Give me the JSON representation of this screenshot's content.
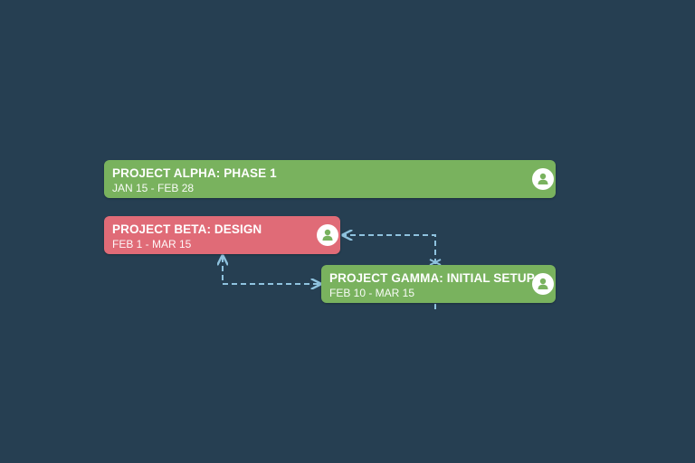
{
  "colors": {
    "background": "#263f52",
    "task_green": "#79b25e",
    "task_red": "#e06b77",
    "connector": "#8fc3df"
  },
  "tasks": [
    {
      "title": "PROJECT ALPHA: PHASE 1",
      "dates": "JAN 15 - FEB 28",
      "status_color": "#79b25e",
      "assignee_icon": "user-icon"
    },
    {
      "title": "PROJECT BETA: DESIGN",
      "dates": "FEB 1 - MAR 15",
      "status_color": "#e06b77",
      "assignee_icon": "user-icon"
    },
    {
      "title": "PROJECT GAMMA: INITIAL SETUP",
      "dates": "FEB 10 - MAR 15",
      "status_color": "#79b25e",
      "assignee_icon": "user-icon"
    }
  ]
}
